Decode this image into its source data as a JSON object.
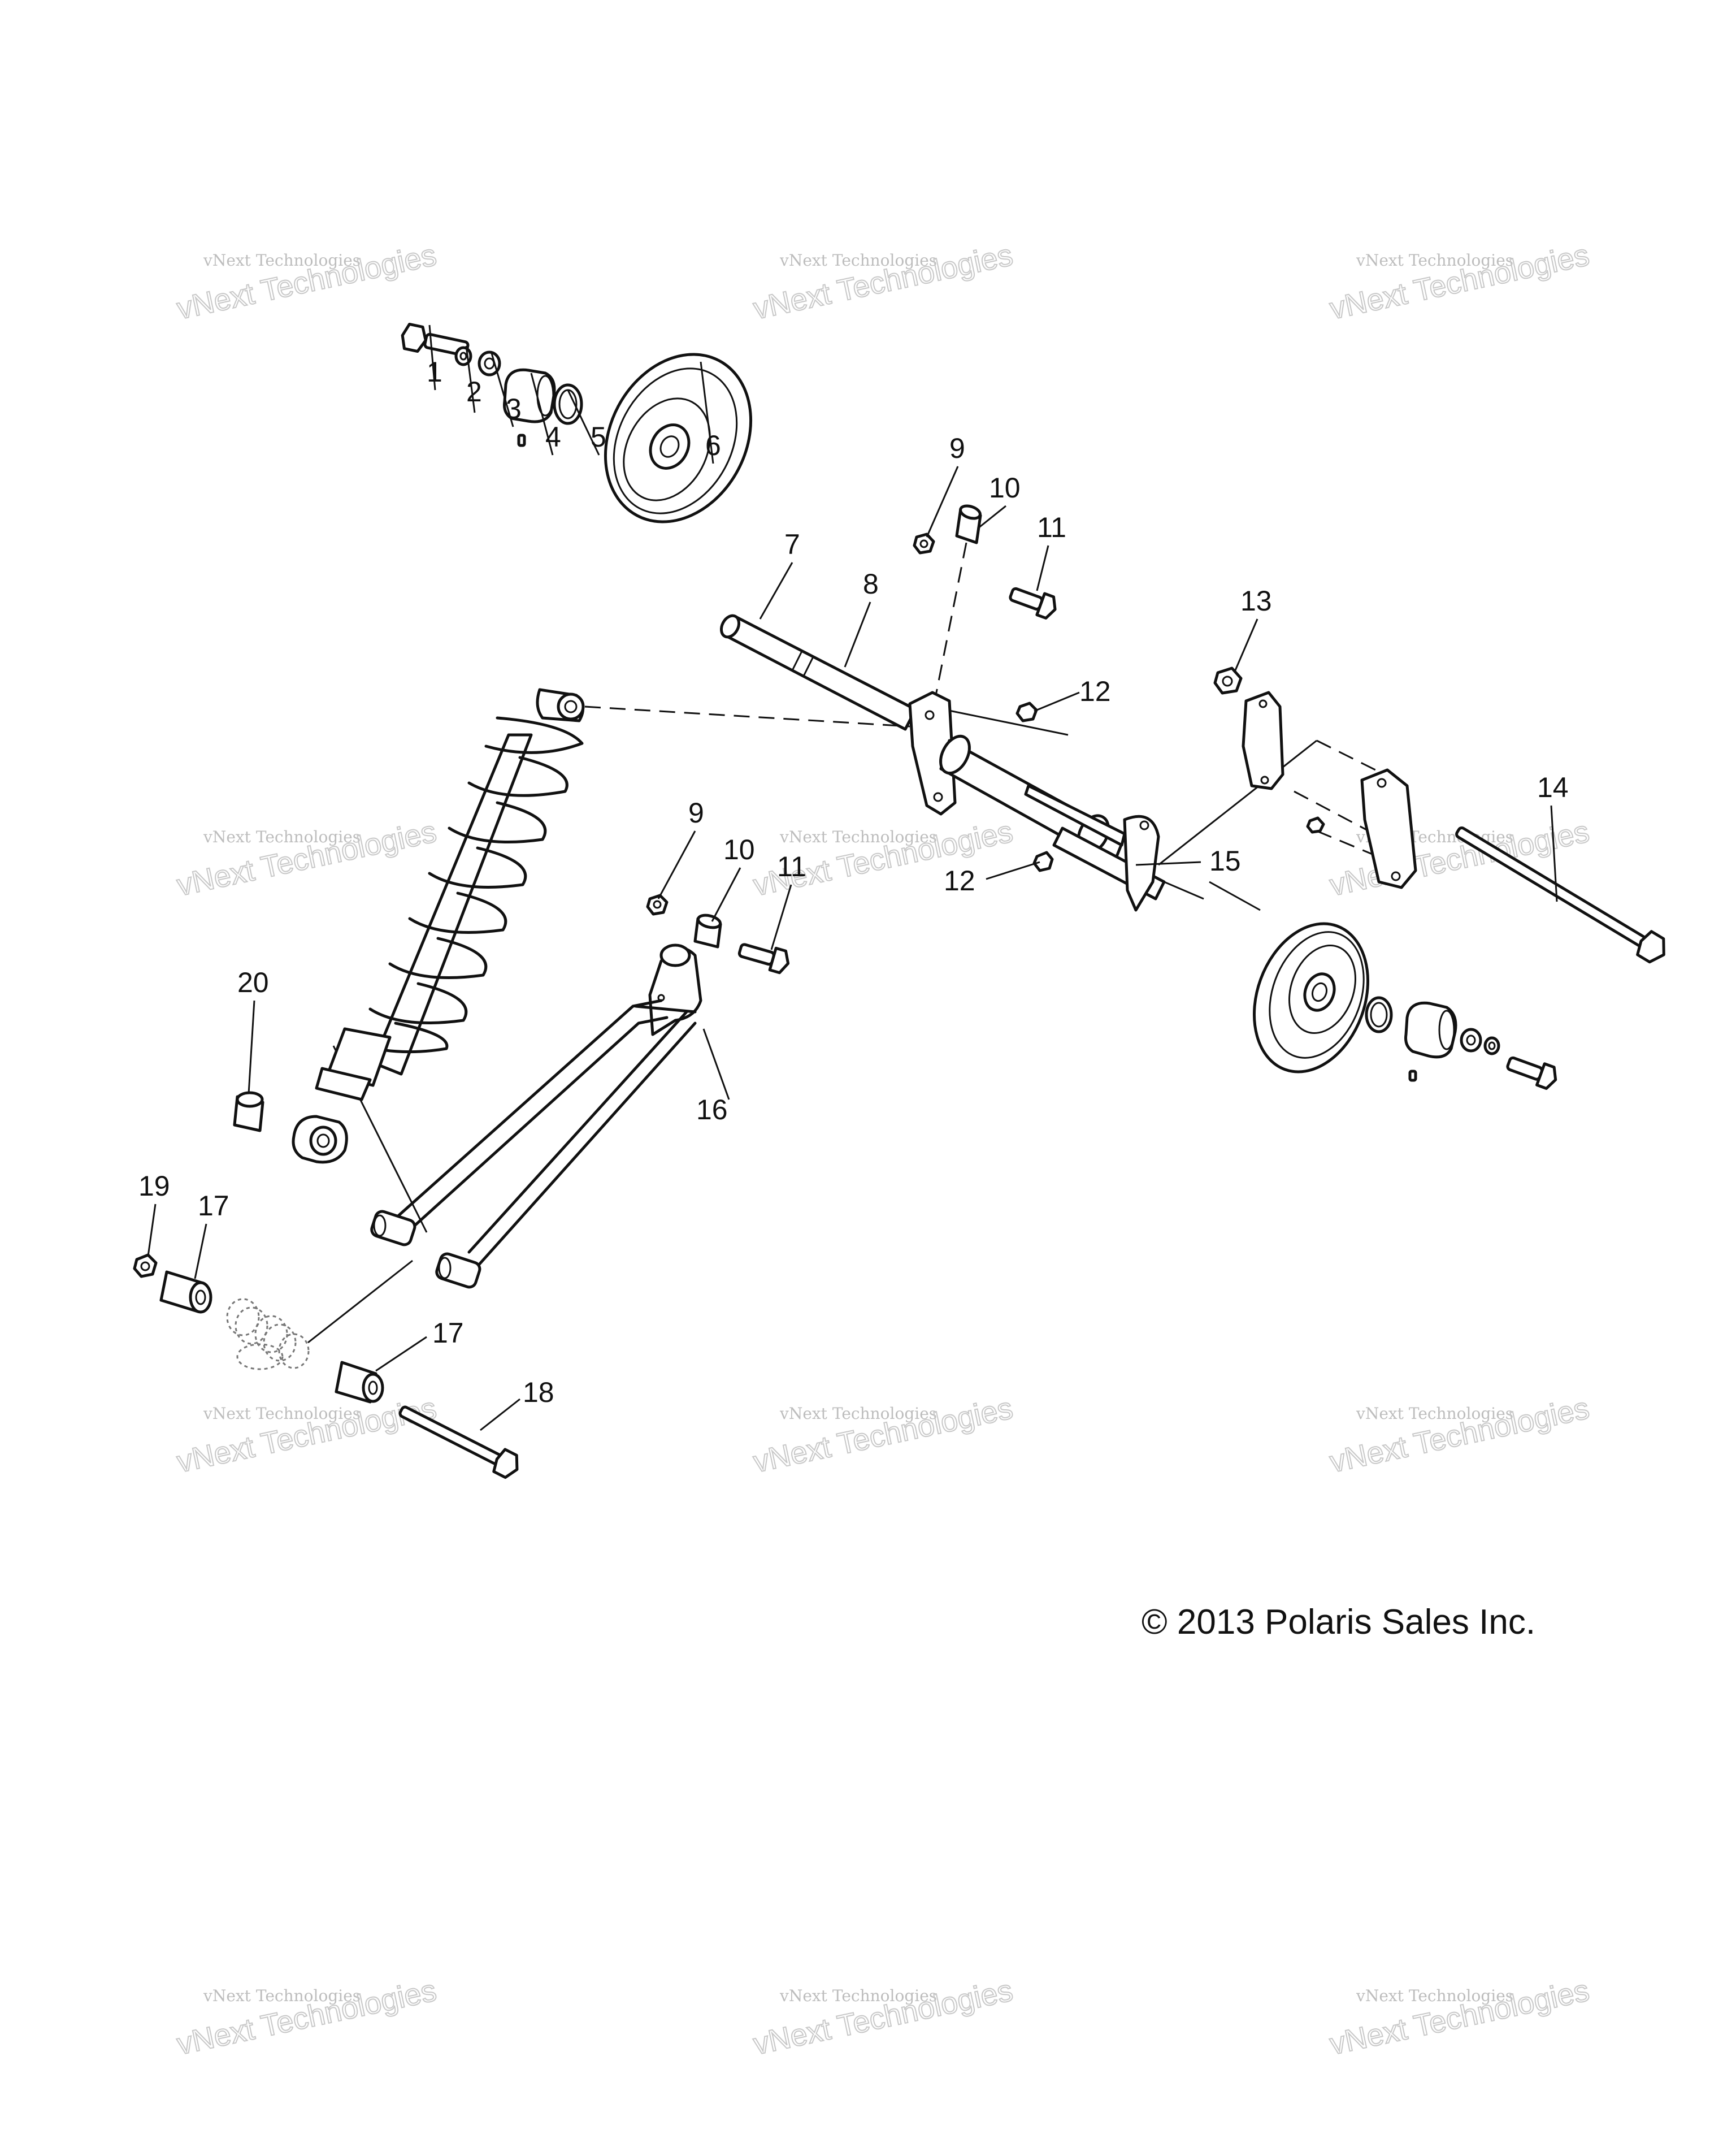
{
  "diagram": {
    "copyright": "© 2013 Polaris Sales Inc.",
    "watermark": {
      "line1": "vNext Technologies",
      "line2": "vNext Technologies"
    },
    "callouts": [
      {
        "id": "c1",
        "text": "1"
      },
      {
        "id": "c2",
        "text": "2"
      },
      {
        "id": "c3",
        "text": "3"
      },
      {
        "id": "c4",
        "text": "4"
      },
      {
        "id": "c5",
        "text": "5"
      },
      {
        "id": "c6",
        "text": "6"
      },
      {
        "id": "c7",
        "text": "7"
      },
      {
        "id": "c8",
        "text": "8"
      },
      {
        "id": "c9a",
        "text": "9"
      },
      {
        "id": "c10a",
        "text": "10"
      },
      {
        "id": "c11a",
        "text": "11"
      },
      {
        "id": "c12a",
        "text": "12"
      },
      {
        "id": "c13",
        "text": "13"
      },
      {
        "id": "c14",
        "text": "14"
      },
      {
        "id": "c9b",
        "text": "9"
      },
      {
        "id": "c10b",
        "text": "10"
      },
      {
        "id": "c11b",
        "text": "11"
      },
      {
        "id": "c12b",
        "text": "12"
      },
      {
        "id": "c15",
        "text": "15"
      },
      {
        "id": "c20",
        "text": "20"
      },
      {
        "id": "c16",
        "text": "16"
      },
      {
        "id": "c19",
        "text": "19"
      },
      {
        "id": "c17a",
        "text": "17"
      },
      {
        "id": "c17b",
        "text": "17"
      },
      {
        "id": "c18",
        "text": "18"
      }
    ]
  }
}
